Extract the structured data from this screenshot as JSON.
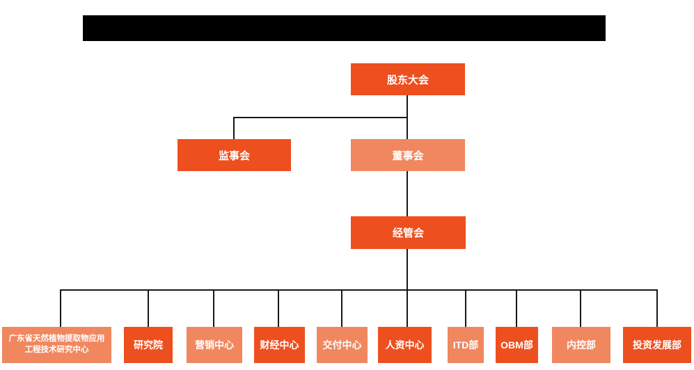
{
  "title_bar": {
    "description": "redacted-black-bar",
    "text": ""
  },
  "colors": {
    "dark": "#ee4f1f",
    "light": "#f0875f",
    "line": "#161616",
    "redaction": "#000000",
    "node_text": "#ffffff",
    "background": "#ffffff"
  },
  "org": {
    "root": {
      "label": "股东大会"
    },
    "level2": [
      {
        "label": "监事会"
      },
      {
        "label": "董事会"
      }
    ],
    "level3": {
      "label": "经管会"
    },
    "departments": [
      {
        "label": "广东省天然植物提取物应用工程技术研究中心"
      },
      {
        "label": "研究院"
      },
      {
        "label": "营销中心"
      },
      {
        "label": "财经中心"
      },
      {
        "label": "交付中心"
      },
      {
        "label": "人资中心"
      },
      {
        "label": "ITD部"
      },
      {
        "label": "OBM部"
      },
      {
        "label": "内控部"
      },
      {
        "label": "投资发展部"
      }
    ]
  }
}
